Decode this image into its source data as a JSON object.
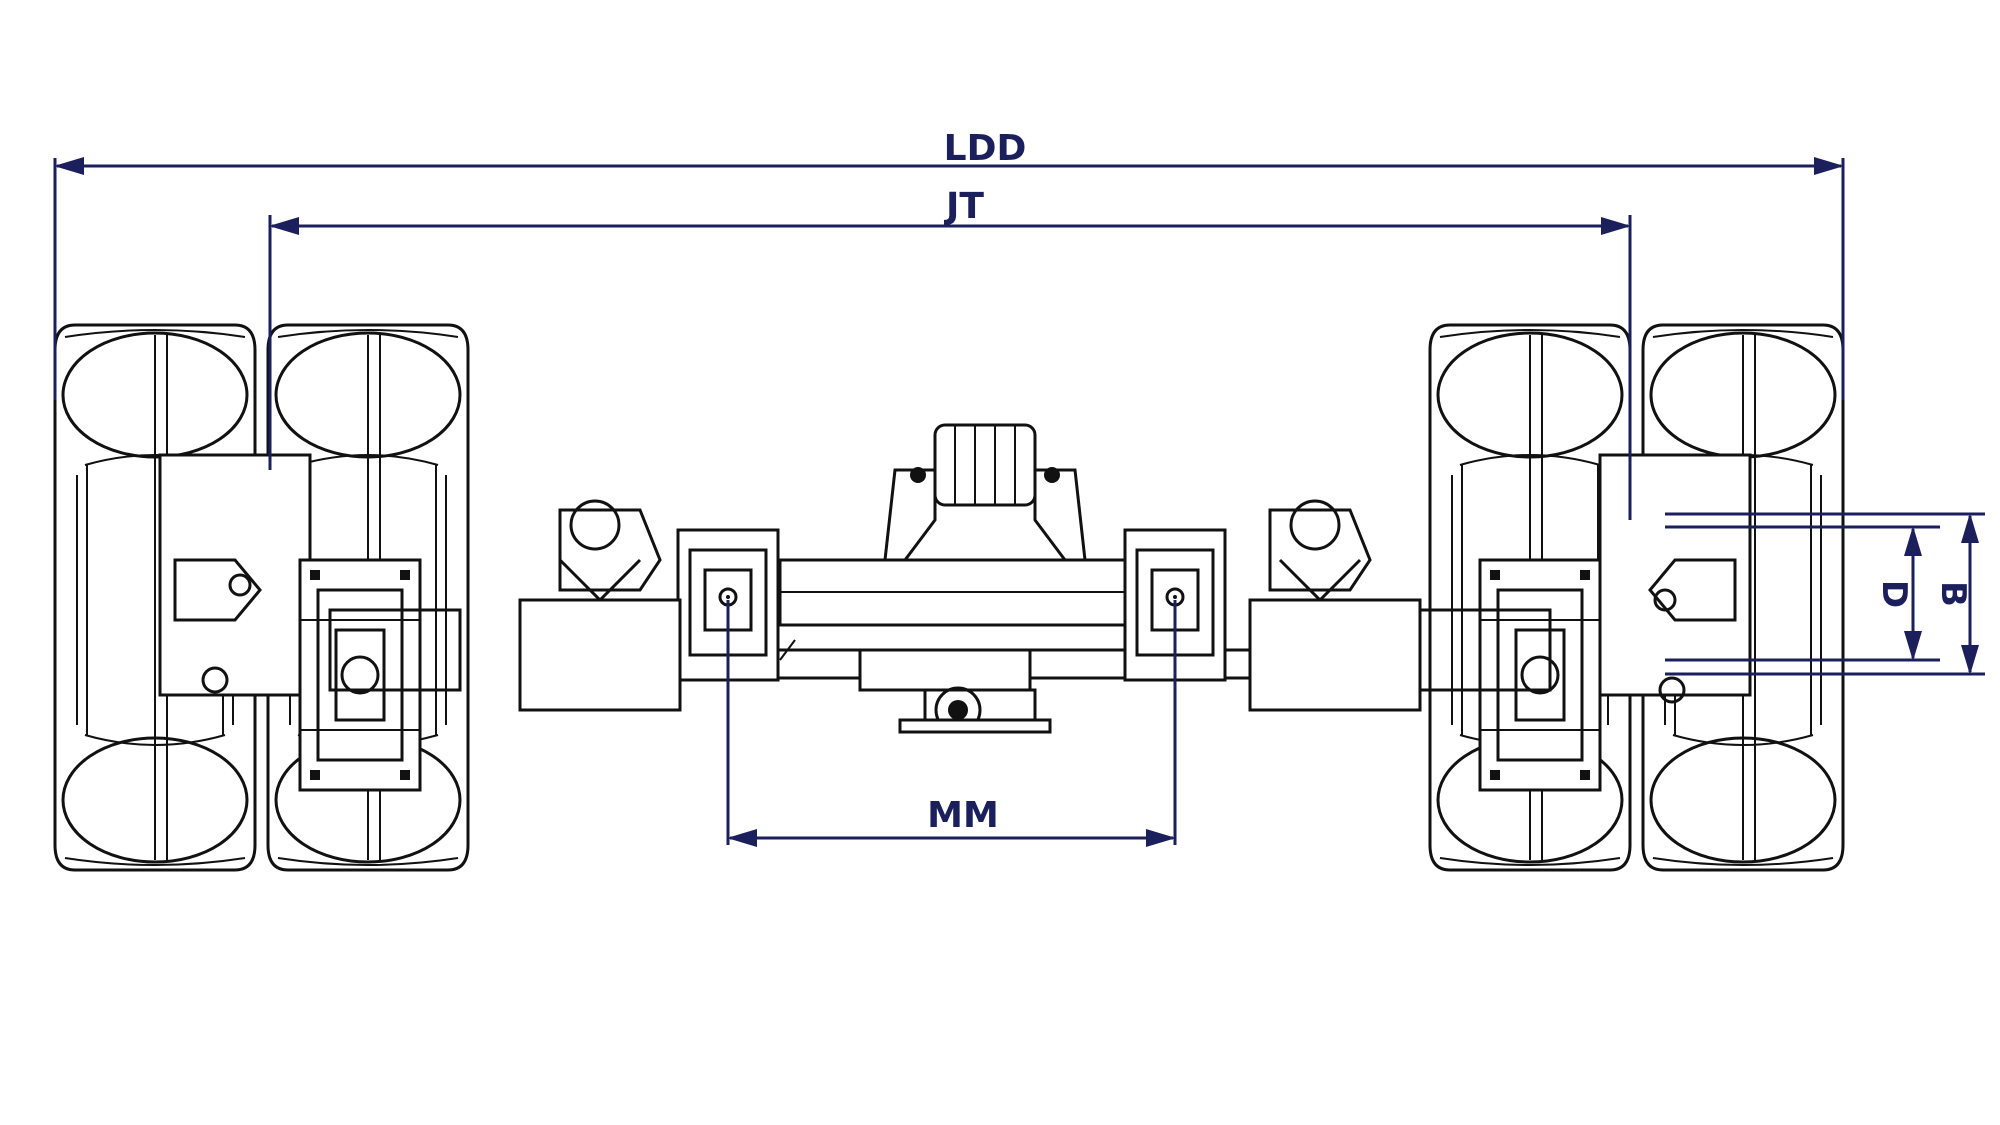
{
  "diagram": {
    "dimensions": {
      "overall_width_label": "LDD",
      "track_label": "JT",
      "spring_center_label": "MM",
      "inner_label": "D",
      "outer_label": "B"
    },
    "colors": {
      "dimension_lines": "#1b1f5c",
      "drawing_lines": "#111111",
      "background": "#ffffff"
    }
  }
}
